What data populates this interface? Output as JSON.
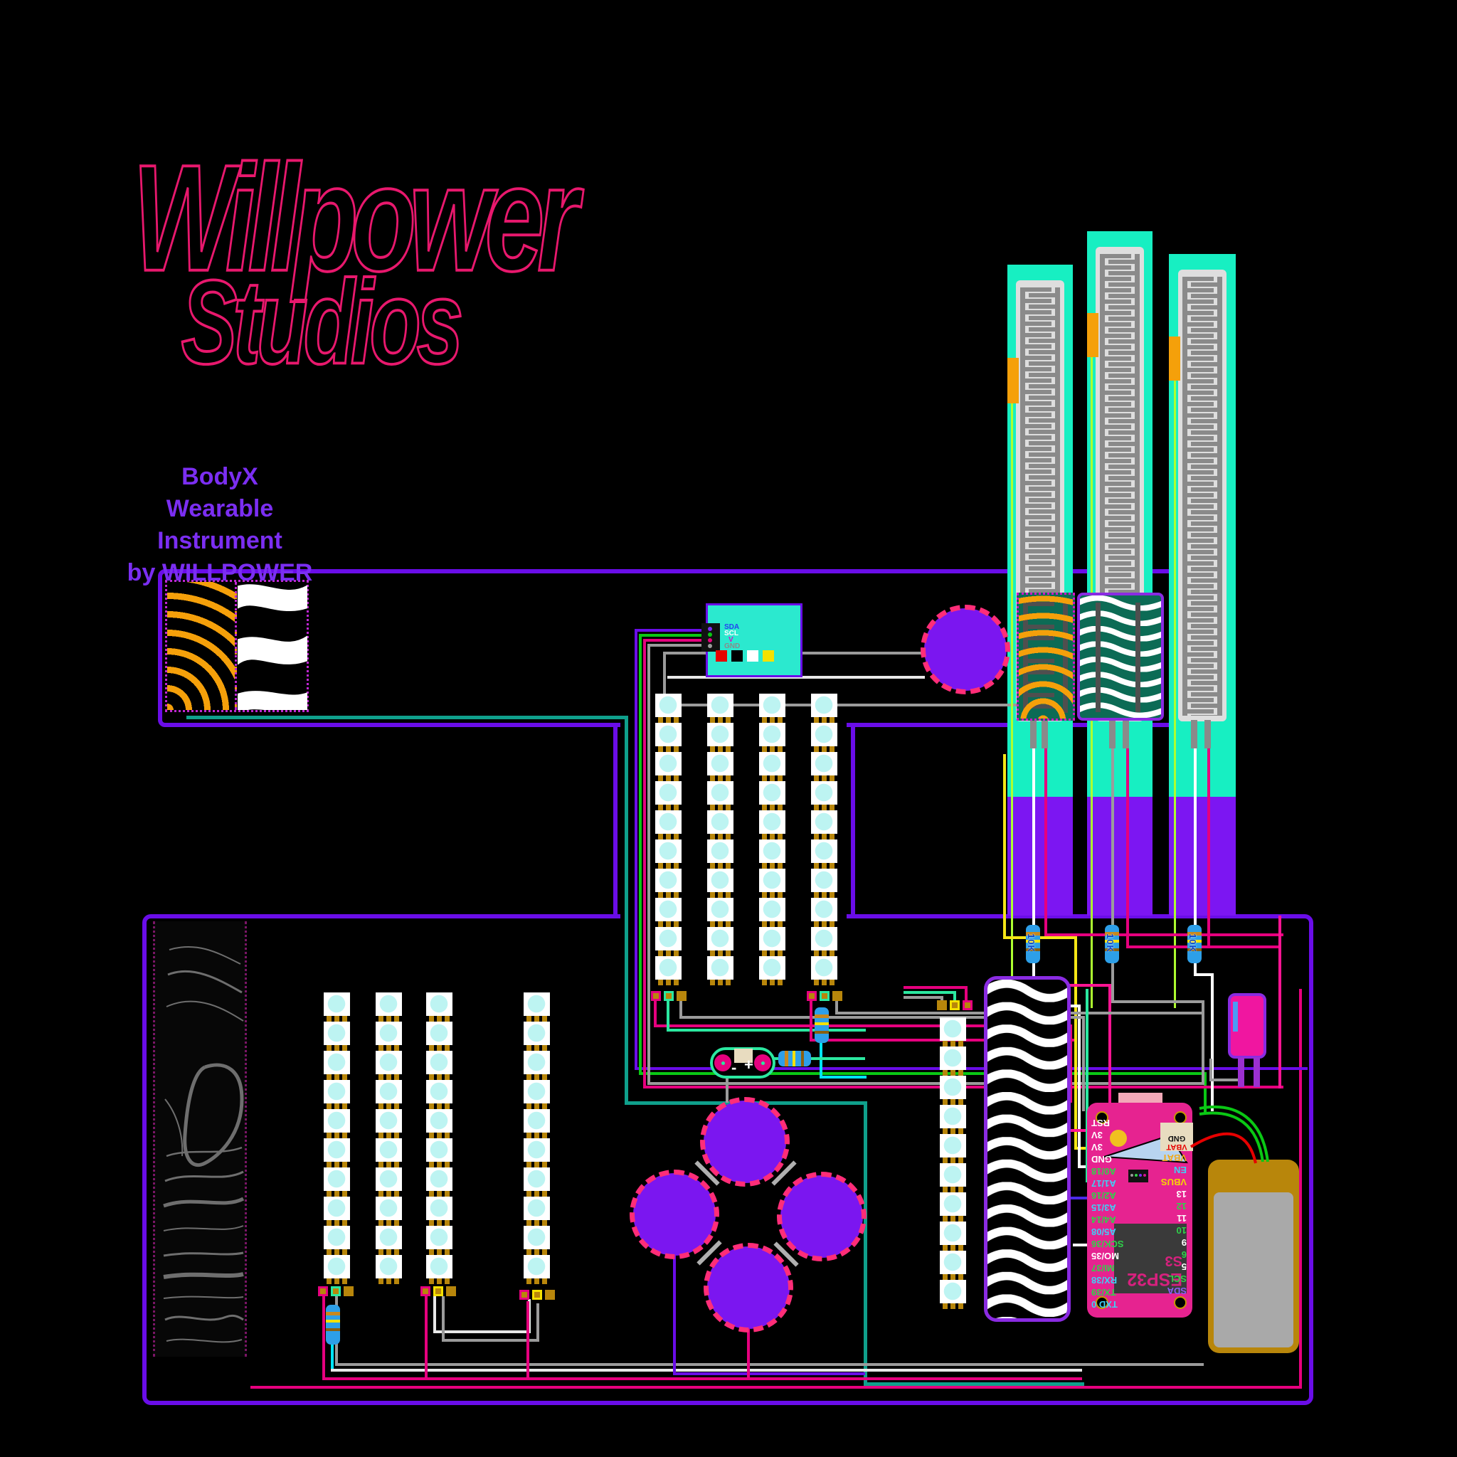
{
  "logo": {
    "brand": "Willpower",
    "brand2": "Studios"
  },
  "subtitle": {
    "lines": [
      "BodyX",
      "Wearable Instrument",
      "by WILLPOWER"
    ]
  },
  "imu_board": {
    "pins": [
      {
        "label": "SDA",
        "color": "#2441F0"
      },
      {
        "label": "SCL",
        "color": "#FFFFFF"
      },
      {
        "label": "V",
        "color": "#D016C8"
      },
      {
        "label": "GND",
        "color": "#8A8A8A"
      }
    ],
    "swatches": [
      "#E60000",
      "#000000",
      "#FFFFFF",
      "#F5E100"
    ]
  },
  "resistors": {
    "labels": [
      "10K",
      "10K",
      "10K"
    ]
  },
  "power_module": {
    "minus": "-",
    "plus": "+"
  },
  "esp32": {
    "chip": [
      "ESP32",
      "S3"
    ],
    "battery_pads": [
      {
        "label": "VBAT",
        "color": "#E60000"
      },
      {
        "label": "GND",
        "color": "#111111"
      }
    ],
    "left_pins": [
      {
        "label": "RST",
        "color": "#FFFFFF"
      },
      {
        "label": "3V",
        "color": "#FFFFFF"
      },
      {
        "label": "3V",
        "color": "#FFFFFF"
      },
      {
        "label": "GND",
        "color": "#FFFFFF"
      },
      {
        "label": "A0/18",
        "color": "#2FD24A"
      },
      {
        "label": "A1/17",
        "color": "#3FD0F5"
      },
      {
        "label": "A2/16",
        "color": "#2FD24A"
      },
      {
        "label": "A3/15",
        "color": "#3FD0F5"
      },
      {
        "label": "A4/14",
        "color": "#2FD24A"
      },
      {
        "label": "A5/08",
        "color": "#3FD0F5"
      },
      {
        "label": "SCK/36",
        "color": "#2FD24A"
      },
      {
        "label": "MO/35",
        "color": "#FFFFFF"
      },
      {
        "label": "MI/37",
        "color": "#2FD24A"
      },
      {
        "label": "RX/38",
        "color": "#3FD0F5"
      },
      {
        "label": "TX/39",
        "color": "#2FD24A"
      },
      {
        "label": "TXD 0",
        "color": "#3FD0F5"
      }
    ],
    "right_pins": [
      {
        "label": "VBAT",
        "color": "#F0A818"
      },
      {
        "label": "EN",
        "color": "#3FD0F5"
      },
      {
        "label": "VBUS",
        "color": "#F5D800"
      },
      {
        "label": "13",
        "color": "#FFFFFF"
      },
      {
        "label": "12",
        "color": "#2FD24A"
      },
      {
        "label": "11",
        "color": "#FFFFFF"
      },
      {
        "label": "10",
        "color": "#2FD24A"
      },
      {
        "label": "9",
        "color": "#FFFFFF"
      },
      {
        "label": "6",
        "color": "#2FD24A"
      },
      {
        "label": "5",
        "color": "#FFFFFF"
      },
      {
        "label": "SCL",
        "color": "#2FD24A"
      },
      {
        "label": "SDA",
        "color": "#8B5CF6"
      }
    ]
  },
  "palette": {
    "background": "#000000",
    "logo_pink": "#E8186D",
    "subtitle_purple": "#7B2EF2",
    "panel_purple": "#6A0DE8",
    "teal_wire": "#0FA08C",
    "sensor_green": "#17EFC2",
    "sensor_purple": "#7C16F2",
    "orange": "#F5A00A",
    "magenta": "#E6007E",
    "deep_pink": "#FF1493",
    "spring_green": "#2BE8A0",
    "green": "#0AC814",
    "yellow": "#F5E616",
    "green_yellow": "#ADFF2F",
    "cyan": "#00E5FF",
    "gray": "#9B9B9B",
    "gold_pad": "#B8860B",
    "resistor_blue": "#2D9FE8",
    "motor_purple": "#7B16F0",
    "esp_pink": "#E62390",
    "battery_gold": "#B8860B",
    "imu_teal": "#2BE9CF"
  }
}
